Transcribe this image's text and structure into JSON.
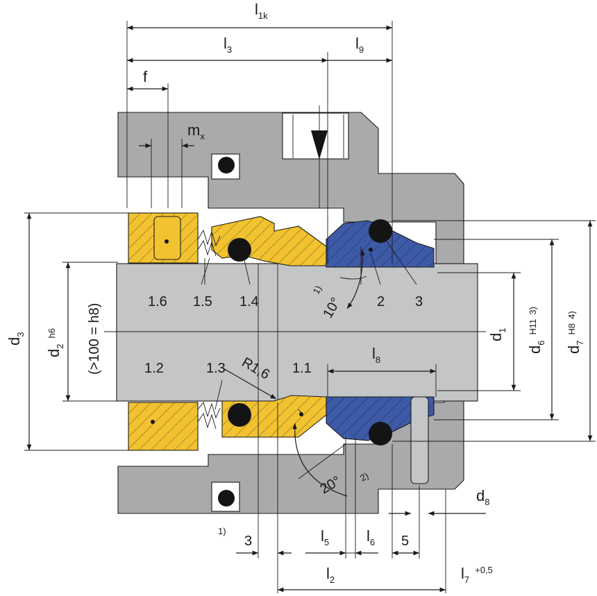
{
  "colors": {
    "housing": "#a9aaab",
    "shaft": "#c4c5c6",
    "rotary": "#f2c230",
    "stationary": "#3d5aa7",
    "oring": "#141414",
    "line": "#1a1a1a"
  },
  "dims": {
    "l1k": {
      "main": "l",
      "sub": "1k"
    },
    "l3": {
      "main": "l",
      "sub": "3"
    },
    "l9": {
      "main": "l",
      "sub": "9"
    },
    "f": "f",
    "mx": {
      "main": "m",
      "sub": "x"
    },
    "l8": {
      "main": "l",
      "sub": "8"
    },
    "l5": {
      "main": "l",
      "sub": "5"
    },
    "l6": {
      "main": "l",
      "sub": "6"
    },
    "l2": {
      "main": "l",
      "sub": "2"
    },
    "l7": {
      "main": "l",
      "sub": "7",
      "tol": "+0,5"
    },
    "d8": {
      "main": "d",
      "sub": "8"
    },
    "d1": {
      "main": "d",
      "sub": "1"
    },
    "d3": {
      "main": "d",
      "sub": "3"
    },
    "d2": {
      "main": "d",
      "sub": "2",
      "tol": "h6"
    },
    "d2_note": "(>100 = h8)",
    "d6": {
      "main": "d",
      "sub": "6",
      "tol": "H11",
      "note": "3)"
    },
    "d7": {
      "main": "d",
      "sub": "7",
      "tol": "H8",
      "note": "4)"
    },
    "three": "3",
    "five": "5"
  },
  "parts": {
    "p16": "1.6",
    "p15": "1.5",
    "p14": "1.4",
    "p2": "2",
    "p3": "3",
    "p12": "1.2",
    "p13": "1.3",
    "p11": "1.1"
  },
  "notes": {
    "radius": "R1,6",
    "angle10": "10°",
    "angle20": "20°",
    "fn1_top": "1)",
    "fn1_bottom": "1)",
    "fn2": "2)"
  }
}
